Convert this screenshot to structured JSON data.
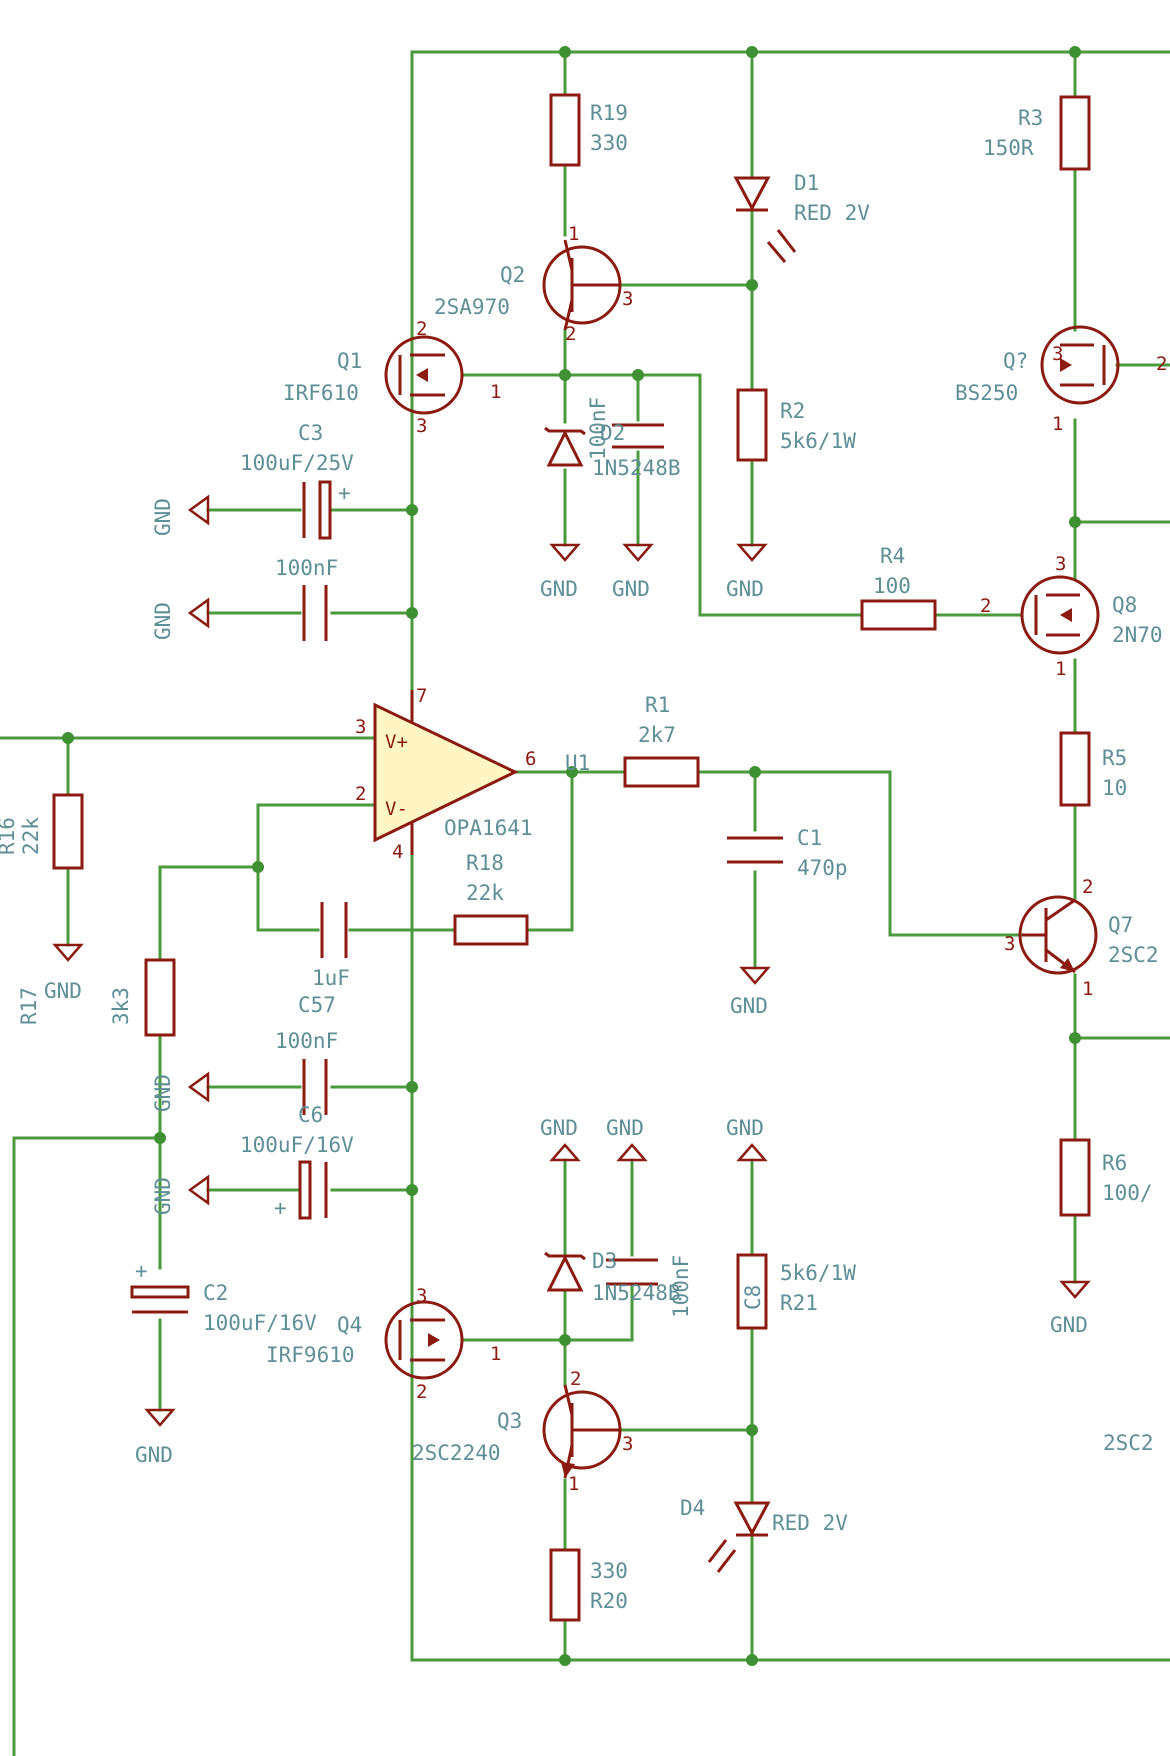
{
  "labels": {
    "r19": [
      "R19",
      "330"
    ],
    "d1": [
      "D1",
      "RED 2V"
    ],
    "r3": [
      "R3",
      "150R"
    ],
    "q2": [
      "Q2",
      "2SA970"
    ],
    "q1": [
      "Q1",
      "IRF610"
    ],
    "q_bs250": [
      "Q?",
      "BS250"
    ],
    "r2": [
      "R2",
      "5k6/1W"
    ],
    "d2": [
      "D2",
      "1N5248B"
    ],
    "c_top": "100nF",
    "c3": [
      "C3",
      "100uF/25V"
    ],
    "c_top2": "100nF",
    "r4": [
      "R4",
      "100"
    ],
    "q8": [
      "Q8",
      "2N70"
    ],
    "u1": [
      "U1",
      "OPA1641"
    ],
    "r1": [
      "R1",
      "2k7"
    ],
    "r5": [
      "R5",
      "10"
    ],
    "r16": [
      "R16",
      "22k"
    ],
    "r18": [
      "R18",
      "22k"
    ],
    "c1": [
      "C1",
      "470p"
    ],
    "c57": [
      "C57",
      "1uF"
    ],
    "r17": [
      "R17",
      "3k3"
    ],
    "q7": [
      "Q7",
      "2SC2"
    ],
    "c_mid": "100nF",
    "c6": [
      "C6",
      "100uF/16V"
    ],
    "r6": [
      "R6",
      "100/"
    ],
    "d3": [
      "D3",
      "1N5248B"
    ],
    "c8_cap": "100nF",
    "c8": [
      "C8",
      "5k6/1W",
      "R21"
    ],
    "c2": [
      "C2",
      "100uF/16V"
    ],
    "q4": [
      "Q4",
      "IRF9610"
    ],
    "q3": [
      "Q3",
      "2SC2240"
    ],
    "d4": [
      "D4",
      "RED 2V"
    ],
    "r20": [
      "330",
      "R20"
    ],
    "partial_right": "2SC2",
    "gnd": "GND"
  },
  "pins": {
    "one": "1",
    "two": "2",
    "three": "3",
    "four": "4",
    "six": "6",
    "seven": "7",
    "plus": "+",
    "vplus": "V+",
    "vminus": "V-",
    "plus_sign": "+"
  },
  "colors": {
    "wire": "#4a9a3c",
    "component": "#8b1a10",
    "label": "#5f8f96",
    "opamp_fill": "#fff6c4"
  }
}
